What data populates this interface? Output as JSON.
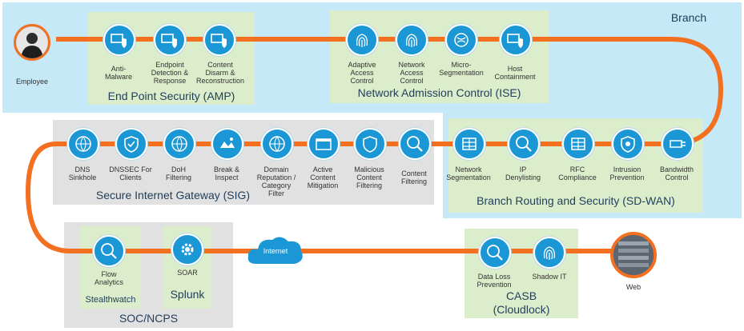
{
  "colors": {
    "pipe": "#f37021",
    "node": "#1a97d4",
    "branch_bg": "#c6e9f7",
    "group_bg": "#dcedcc",
    "gray_bg": "#e1e1e1"
  },
  "branch_label": "Branch",
  "employee": {
    "label": "Employee"
  },
  "web": {
    "label": "Web"
  },
  "internet": {
    "label": "Internet"
  },
  "groups": {
    "amp": {
      "title": "End Point Security (AMP)",
      "items": [
        "Anti-\nMalware",
        "Endpoint\nDetection &\nResponse",
        "Content\nDisarm &\nReconstruction"
      ]
    },
    "ise": {
      "title": "Network Admission Control (ISE)",
      "items": [
        "Adaptive\nAccess\nControl",
        "Network\nAccess\nControl",
        "Micro-\nSegmentation",
        "Host\nContainment"
      ]
    },
    "sdwan": {
      "title": "Branch Routing and Security (SD-WAN)",
      "items": [
        "Network\nSegmentation",
        "IP\nDenylisting",
        "RFC\nCompliance",
        "Intrusion\nPrevention",
        "Bandwidth\nControl"
      ]
    },
    "sig": {
      "title": "Secure Internet Gateway (SIG)",
      "items": [
        "DNS\nSinkhole",
        "DNSSEC For\nClients",
        "DoH\nFiltering",
        "Break &\nInspect",
        "Domain\nReputation /\nCategory\nFilter",
        "Active\nContent\nMitigation",
        "Malicious\nContent\nFiltering",
        "Content\nFiltering"
      ]
    },
    "soc": {
      "title": "SOC/NCPS",
      "stealthwatch": {
        "item": "Flow\nAnalytics",
        "title": "Stealthwatch"
      },
      "splunk": {
        "item": "SOAR",
        "title": "Splunk"
      }
    },
    "casb": {
      "title": "CASB\n(Cloudlock)",
      "items": [
        "Data Loss\nPrevention",
        "Shadow IT"
      ]
    }
  }
}
